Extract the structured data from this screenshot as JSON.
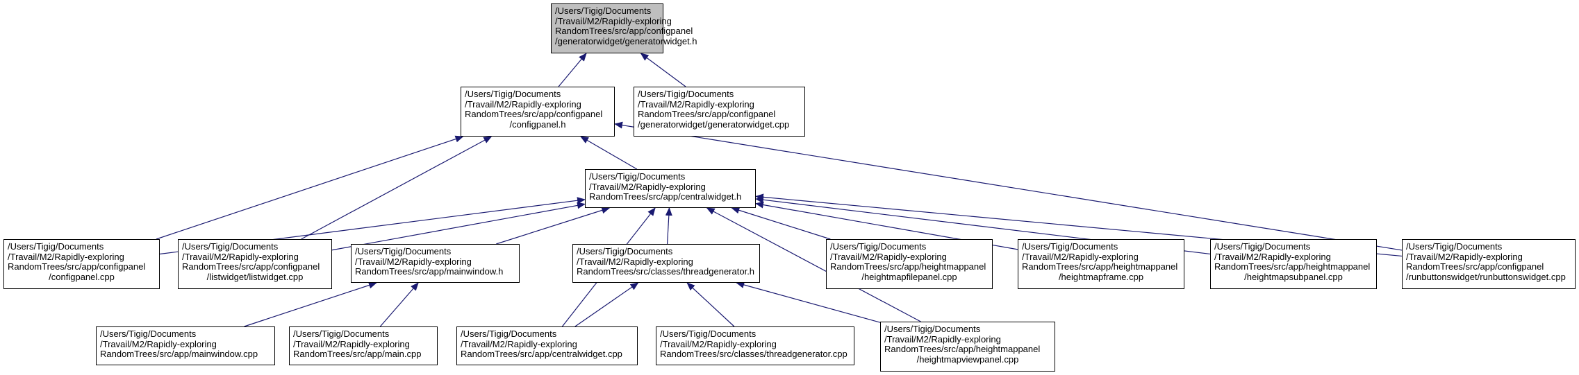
{
  "colors": {
    "edge": "#191970",
    "root_fill": "#bfbfbf",
    "node_fill": "#ffffff",
    "border": "#000000"
  },
  "nodes": {
    "root": {
      "lines": [
        "/Users/Tigig/Documents",
        "/Travail/M2/Rapidly-exploring",
        "RandomTrees/src/app/configpanel",
        "/generatorwidget/generatorwidget.h"
      ]
    },
    "configpanel_h": {
      "lines": [
        "/Users/Tigig/Documents",
        "/Travail/M2/Rapidly-exploring",
        "RandomTrees/src/app/configpanel",
        "/configpanel.h"
      ]
    },
    "generatorwidget_cpp": {
      "lines": [
        "/Users/Tigig/Documents",
        "/Travail/M2/Rapidly-exploring",
        "RandomTrees/src/app/configpanel",
        "/generatorwidget/generatorwidget.cpp"
      ]
    },
    "centralwidget_h": {
      "lines": [
        "/Users/Tigig/Documents",
        "/Travail/M2/Rapidly-exploring",
        "RandomTrees/src/app/centralwidget.h"
      ]
    },
    "configpanel_cpp": {
      "lines": [
        "/Users/Tigig/Documents",
        "/Travail/M2/Rapidly-exploring",
        "RandomTrees/src/app/configpanel",
        "/configpanel.cpp"
      ]
    },
    "listwidget_cpp": {
      "lines": [
        "/Users/Tigig/Documents",
        "/Travail/M2/Rapidly-exploring",
        "RandomTrees/src/app/configpanel",
        "/listwidget/listwidget.cpp"
      ]
    },
    "mainwindow_h": {
      "lines": [
        "/Users/Tigig/Documents",
        "/Travail/M2/Rapidly-exploring",
        "RandomTrees/src/app/mainwindow.h"
      ]
    },
    "threadgenerator_h": {
      "lines": [
        "/Users/Tigig/Documents",
        "/Travail/M2/Rapidly-exploring",
        "RandomTrees/src/classes/threadgenerator.h"
      ]
    },
    "heightmapfilepanel_cpp": {
      "lines": [
        "/Users/Tigig/Documents",
        "/Travail/M2/Rapidly-exploring",
        "RandomTrees/src/app/heightmappanel",
        "/heightmapfilepanel.cpp"
      ]
    },
    "heightmapframe_cpp": {
      "lines": [
        "/Users/Tigig/Documents",
        "/Travail/M2/Rapidly-exploring",
        "RandomTrees/src/app/heightmappanel",
        "/heightmapframe.cpp"
      ]
    },
    "heightmapsubpanel_cpp": {
      "lines": [
        "/Users/Tigig/Documents",
        "/Travail/M2/Rapidly-exploring",
        "RandomTrees/src/app/heightmappanel",
        "/heightmapsubpanel.cpp"
      ]
    },
    "runbuttonswidget_cpp": {
      "lines": [
        "/Users/Tigig/Documents",
        "/Travail/M2/Rapidly-exploring",
        "RandomTrees/src/app/configpanel",
        "/runbuttonswidget/runbuttonswidget.cpp"
      ]
    },
    "mainwindow_cpp": {
      "lines": [
        "/Users/Tigig/Documents",
        "/Travail/M2/Rapidly-exploring",
        "RandomTrees/src/app/mainwindow.cpp"
      ]
    },
    "main_cpp": {
      "lines": [
        "/Users/Tigig/Documents",
        "/Travail/M2/Rapidly-exploring",
        "RandomTrees/src/app/main.cpp"
      ]
    },
    "centralwidget_cpp": {
      "lines": [
        "/Users/Tigig/Documents",
        "/Travail/M2/Rapidly-exploring",
        "RandomTrees/src/app/centralwidget.cpp"
      ]
    },
    "threadgenerator_cpp": {
      "lines": [
        "/Users/Tigig/Documents",
        "/Travail/M2/Rapidly-exploring",
        "RandomTrees/src/classes/threadgenerator.cpp"
      ]
    },
    "heightmapviewpanel_cpp": {
      "lines": [
        "/Users/Tigig/Documents",
        "/Travail/M2/Rapidly-exploring",
        "RandomTrees/src/app/heightmappanel",
        "/heightmapviewpanel.cpp"
      ]
    }
  },
  "edges": [
    {
      "from": "configpanel_h",
      "to": "root"
    },
    {
      "from": "generatorwidget_cpp",
      "to": "root"
    },
    {
      "from": "configpanel_cpp",
      "to": "configpanel_h"
    },
    {
      "from": "listwidget_cpp",
      "to": "configpanel_h"
    },
    {
      "from": "centralwidget_h",
      "to": "configpanel_h"
    },
    {
      "from": "runbuttonswidget_cpp",
      "to": "configpanel_h"
    },
    {
      "from": "configpanel_cpp",
      "to": "centralwidget_h"
    },
    {
      "from": "listwidget_cpp",
      "to": "centralwidget_h"
    },
    {
      "from": "mainwindow_h",
      "to": "centralwidget_h"
    },
    {
      "from": "centralwidget_cpp",
      "to": "centralwidget_h"
    },
    {
      "from": "threadgenerator_h",
      "to": "centralwidget_h"
    },
    {
      "from": "heightmapviewpanel_cpp",
      "to": "centralwidget_h"
    },
    {
      "from": "heightmapfilepanel_cpp",
      "to": "centralwidget_h"
    },
    {
      "from": "heightmapframe_cpp",
      "to": "centralwidget_h"
    },
    {
      "from": "heightmapsubpanel_cpp",
      "to": "centralwidget_h"
    },
    {
      "from": "runbuttonswidget_cpp",
      "to": "centralwidget_h"
    },
    {
      "from": "mainwindow_cpp",
      "to": "mainwindow_h"
    },
    {
      "from": "main_cpp",
      "to": "mainwindow_h"
    },
    {
      "from": "centralwidget_cpp",
      "to": "threadgenerator_h"
    },
    {
      "from": "threadgenerator_cpp",
      "to": "threadgenerator_h"
    },
    {
      "from": "heightmapviewpanel_cpp",
      "to": "threadgenerator_h"
    }
  ]
}
